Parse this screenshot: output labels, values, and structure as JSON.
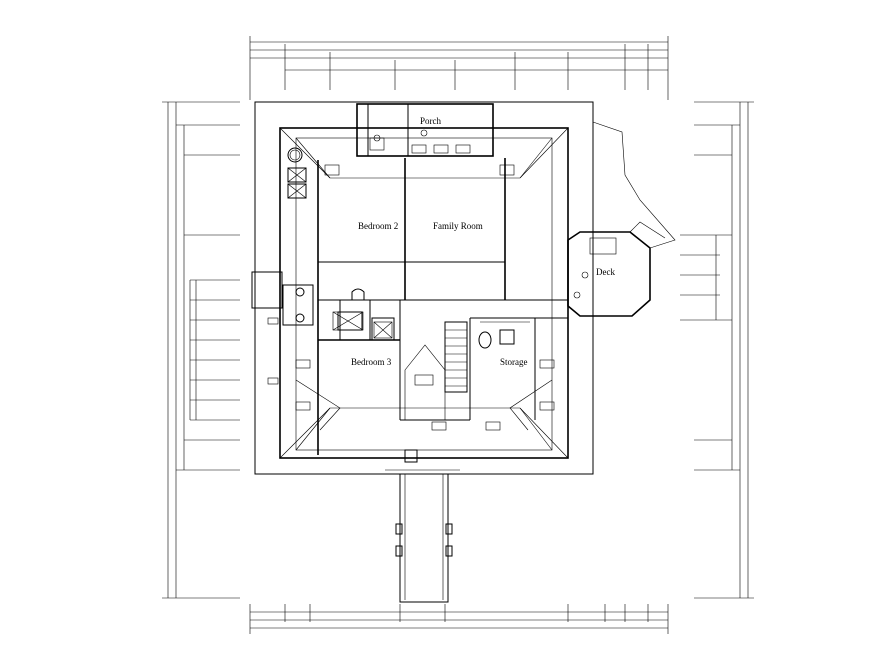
{
  "rooms": {
    "porch": "Porch",
    "bedroom2": "Bedroom 2",
    "family_room": "Family Room",
    "deck": "Deck",
    "bedroom3": "Bedroom 3",
    "storage": "Storage"
  }
}
